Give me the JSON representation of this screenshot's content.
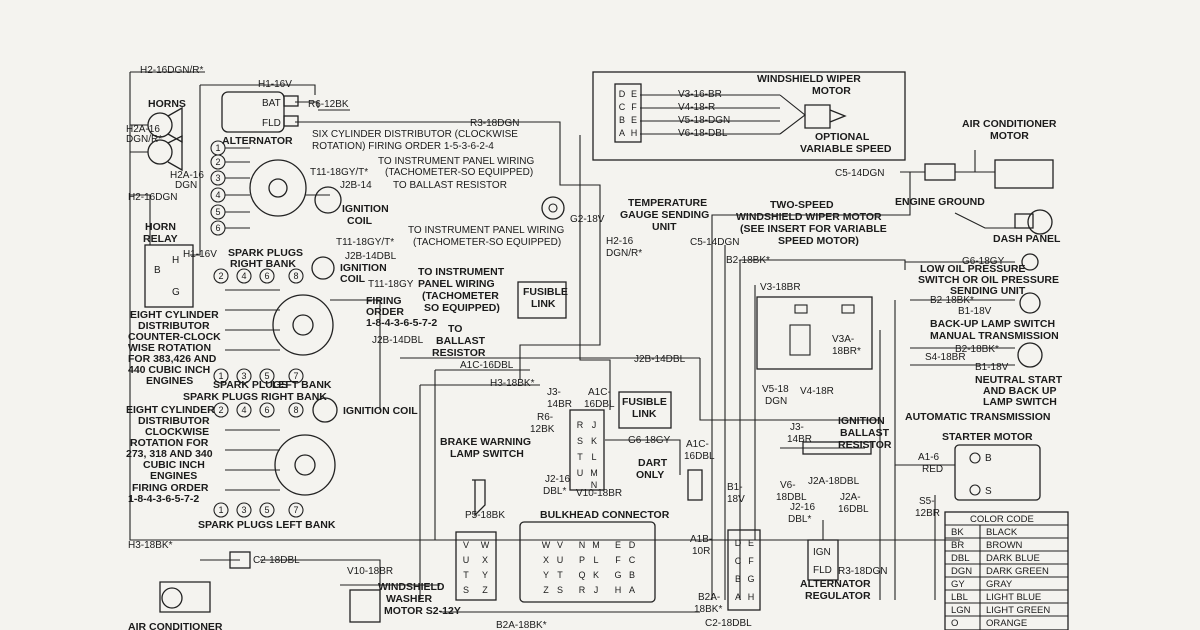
{
  "labels": {
    "horns": "HORNS",
    "w_h2_16dgn_r": "H2-16DGN/R*",
    "w_h1_16v": "H1-16V",
    "w_h2a_16": "H2A-16",
    "w_dgn_r": "DGN/R*",
    "w_h2a_16b": "H2A-16",
    "w_dgn": "DGN",
    "w_h2_16dgn": "H2-16DGN",
    "horn": "HORN",
    "relay": "RELAY",
    "w_h1_16v_b": "H1-16V",
    "bat": "BAT",
    "fld": "FLD",
    "alternator": "ALTERNATOR",
    "w_r6_12bk": "R6-12BK",
    "w_r3_18dgn": "R3-18DGN",
    "six_dist_1": "SIX CYLINDER DISTRIBUTOR (CLOCKWISE",
    "six_dist_2": "ROTATION) FIRING ORDER 1-5-3-6-2-4",
    "w_t11_18gy_t": "T11-18GY/T*",
    "to_ipw_1": "TO INSTRUMENT PANEL WIRING",
    "tach_1": "(TACHOMETER-SO EQUIPPED)",
    "w_j2b_14": "J2B-14",
    "to_ballast_1": "TO BALLAST RESISTOR",
    "ign_coil_1": "IGNITION",
    "ign_coil_1b": "COIL",
    "ww_motor_1": "WINDSHIELD WIPER",
    "ww_motor_2": "MOTOR",
    "w_v3_16br": "V3-16-BR",
    "w_v4_18r": "V4-18-R",
    "w_v5_18dgn": "V5-18-DGN",
    "w_v6_18dbl": "V6-18-DBL",
    "opt_var_1": "OPTIONAL",
    "opt_var_2": "VARIABLE SPEED",
    "ac_motor_1": "AIR CONDITIONER",
    "ac_motor_2": "MOTOR",
    "w_c5_14dgn": "C5-14DGN",
    "temp_1": "TEMPERATURE",
    "temp_2": "GAUGE SENDING",
    "temp_3": "UNIT",
    "w_g2_18v": "G2-18V",
    "two_speed_1": "TWO-SPEED",
    "two_speed_2": "WINDSHIELD WIPER MOTOR",
    "two_speed_3": "(SEE INSERT FOR VARIABLE",
    "two_speed_4": "SPEED MOTOR)",
    "engine_ground": "ENGINE GROUND",
    "dash_panel": "DASH PANEL",
    "w_c5_14dgn_b": "C5-14DGN",
    "w_h2_16": "H2-16",
    "w_dgn_r_b": "DGN/R*",
    "to_ipw_2": "TO INSTRUMENT PANEL WIRING",
    "w_t11_18gy_t_b": "T11-18GY/T*",
    "tach_2": "(TACHOMETER-SO EQUIPPED)",
    "spark_right_1": "SPARK PLUGS",
    "spark_right_1b": "RIGHT BANK",
    "w_j2b_14dbl": "J2B-14DBL",
    "ign_coil_2a": "IGNITION",
    "ign_coil_2b": "COIL",
    "w_t11_18gy": "T11-18GY",
    "to_ipw_3a": "TO INSTRUMENT",
    "to_ipw_3b": "PANEL WIRING",
    "to_ipw_3c": "(TACHOMETER",
    "to_ipw_3d": "SO EQUIPPED)",
    "fusible_1a": "FUSIBLE",
    "fusible_1b": "LINK",
    "w_g6_18gy": "G6-18GY",
    "low_oil_1": "LOW OIL PRESSURE",
    "low_oil_2": "SWITCH OR OIL PRESSURE",
    "low_oil_3": "SENDING UNIT",
    "w_b2_18bk": "B2-18BK*",
    "w_b2_18bk_b": "B2-18BK*",
    "w_v3_18br": "V3-18BR",
    "w_b1_18v": "B1-18V",
    "backup_1": "BACK-UP LAMP SWITCH",
    "backup_2": "MANUAL TRANSMISSION",
    "w_b2_18bk_c": "B2-18BK*",
    "eight_ccw_1": "EIGHT CYLINDER",
    "eight_ccw_2": "DISTRIBUTOR",
    "eight_ccw_3": "COUNTER-CLOCK",
    "eight_ccw_4": "WISE ROTATION",
    "eight_ccw_5": "FOR 383,426 AND",
    "eight_ccw_6": "440 CUBIC INCH",
    "eight_ccw_7": "ENGINES",
    "firing_1a": "FIRING",
    "firing_1b": "ORDER",
    "firing_1c": "1-8-4-3-6-5-7-2",
    "to_ballast_2a": "TO",
    "to_ballast_2b": "BALLAST",
    "to_ballast_2c": "RESISTOR",
    "w_j2b_14dbl_b": "J2B-14DBL",
    "w_j2b_14dbl_c": "J2B-14DBL",
    "w_v3a_18br": "V3A-",
    "w_v3a_18br_b": "18BR*",
    "w_s4_18br": "S4-18BR",
    "w_b1_18v_b": "B1-18V",
    "neutral_1": "NEUTRAL START",
    "neutral_2": "AND BACK UP",
    "neutral_3": "LAMP SWITCH",
    "auto_trans": "AUTOMATIC TRANSMISSION",
    "w_a1c_16dbl": "A1C-16DBL",
    "w_h3_18bk": "H3-18BK*",
    "spark_left_1": "SPARK PLUGS",
    "spark_left_1b": "LEFT BANK",
    "spark_right_2": "SPARK PLUGS RIGHT BANK",
    "ign_coil_3": "IGNITION COIL",
    "w_j3_14br": "J3-",
    "w_j3_14br_b": "14BR",
    "w_a1c_16dbl_b": "A1C-",
    "w_a1c_16dbl_c": "16DBL",
    "w_r6_12bk_b": "R6-",
    "w_r6_12bk_c": "12BK",
    "fusible_2a": "FUSIBLE",
    "fusible_2b": "LINK",
    "w_v5_18dgn_b": "V5-18",
    "w_v5_18dgn_c": "DGN",
    "w_v4_18r_b": "V4-18R",
    "w_j3_14br_c": "J3-",
    "w_j3_14br_d": "14BR",
    "ign_ballast_1": "IGNITION",
    "ign_ballast_2": "BALLAST",
    "ign_ballast_3": "RESISTOR",
    "starter": "STARTER MOTOR",
    "eight_cw_1": "EIGHT CYLINDER",
    "eight_cw_2": "DISTRIBUTOR",
    "eight_cw_3": "CLOCKWISE",
    "eight_cw_4": "ROTATION FOR",
    "eight_cw_5": "273, 318 AND 340",
    "eight_cw_6": "CUBIC INCH",
    "eight_cw_7": "ENGINES",
    "firing_2a": "FIRING ORDER",
    "firing_2b": "1-8-4-3-6-5-7-2",
    "brake_1": "BRAKE WARNING",
    "brake_2": "LAMP SWITCH",
    "w_g6_18gy_b": "G6-18GY",
    "w_a1c_16dbl_d": "A1C-",
    "w_a1c_16dbl_e": "16DBL",
    "dart_1": "DART",
    "dart_2": "ONLY",
    "w_a1_6_red": "A1-6",
    "w_a1_6_red_b": "RED",
    "w_j2_16": "J2-16",
    "w_dbl": "DBL*",
    "w_v10_18br": "V10-18BR",
    "w_b1_18v_c": "B1-",
    "w_b1_18v_d": "18V",
    "w_v6_18dbl_b": "V6-",
    "w_v6_18dbl_c": "18DBL",
    "w_j2a_18dbl": "J2A-18DBL",
    "w_j2_16dbl": "J2-16",
    "w_j2_16dbl_b": "DBL*",
    "w_j2a_16dbl": "J2A-",
    "w_j2a_16dbl_b": "16DBL",
    "w_s5_12br": "S5-",
    "w_s5_12br_b": "12BR",
    "spark_left_2": "SPARK PLUGS LEFT BANK",
    "w_p5_18bk": "P5-18BK",
    "bulkhead": "BULKHEAD CONNECTOR",
    "w_a1b_10r": "A1B-",
    "w_a1b_10r_b": "10R",
    "ign": "IGN",
    "fld_b": "FLD",
    "w_r3_18dgn_b": "R3-18DGN",
    "alt_reg_1": "ALTERNATOR",
    "alt_reg_2": "REGULATOR",
    "w_h3_18bk_b": "H3-18BK*",
    "w_c2_18dbl": "C2-18DBL",
    "w_v10_18br_b": "V10-18BR",
    "ws_washer_1": "WINDSHIELD",
    "ws_washer_2": "WASHER",
    "ws_washer_3": "MOTOR S2-12Y",
    "w_b2a_18bk": "B2A-",
    "w_b2a_18bk_b": "18BK*",
    "w_b2a_18bk_c": "B2A-18BK*",
    "w_c2_18dbl_b": "C2-18DBL",
    "ac_bottom": "AIR CONDITIONER",
    "term_b": "B",
    "term_s": "S",
    "term_h": "H",
    "term_b2": "B",
    "term_g": "G"
  },
  "wiper_pins": [
    "D",
    "C",
    "B",
    "A",
    "E",
    "F",
    "E",
    "H"
  ],
  "bulk_pins": [
    "R",
    "J",
    "S",
    "K",
    "T",
    "L",
    "U",
    "M",
    "N"
  ],
  "dist_six_pins": [
    "1",
    "2",
    "3",
    "4",
    "5",
    "6"
  ],
  "plug_nums_right": [
    "2",
    "4",
    "6",
    "8"
  ],
  "plug_nums_left": [
    "1",
    "3",
    "5",
    "7"
  ],
  "washer_conn": [
    "V",
    "W",
    "U",
    "X",
    "T",
    "Y",
    "S",
    "Z"
  ],
  "bulk_grid": [
    "W",
    "V",
    "X",
    "U",
    "Y",
    "T",
    "Z",
    "S",
    "N",
    "M",
    "P",
    "L",
    "Q",
    "K",
    "R",
    "J",
    "E",
    "D",
    "F",
    "C",
    "G",
    "B",
    "H",
    "A"
  ],
  "alt_plug": [
    "D",
    "E",
    "C",
    "F",
    "B",
    "G",
    "A",
    "H"
  ],
  "color_code": {
    "title": "COLOR CODE",
    "rows": [
      {
        "code": "BK",
        "name": "BLACK"
      },
      {
        "code": "BR",
        "name": "BROWN"
      },
      {
        "code": "DBL",
        "name": "DARK BLUE"
      },
      {
        "code": "DGN",
        "name": "DARK GREEN"
      },
      {
        "code": "GY",
        "name": "GRAY"
      },
      {
        "code": "LBL",
        "name": "LIGHT BLUE"
      },
      {
        "code": "LGN",
        "name": "LIGHT GREEN"
      },
      {
        "code": "O",
        "name": "ORANGE"
      }
    ]
  }
}
